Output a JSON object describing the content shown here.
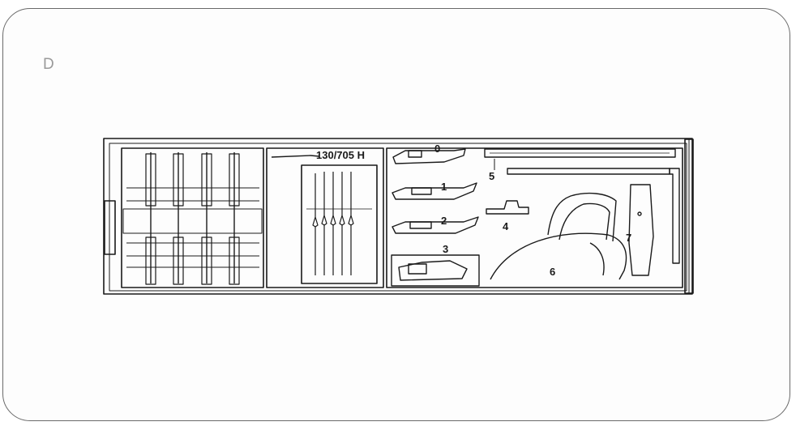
{
  "panel": {
    "letter": "D"
  },
  "needle_pack": {
    "label": "130/705 H"
  },
  "part_numbers": [
    "0",
    "1",
    "2",
    "3",
    "4",
    "5",
    "6",
    "7"
  ],
  "colors": {
    "line": "#1a1a1a",
    "card_border": "#6a6a6a",
    "background": "#ffffff",
    "letter": "#9a9a9a"
  }
}
